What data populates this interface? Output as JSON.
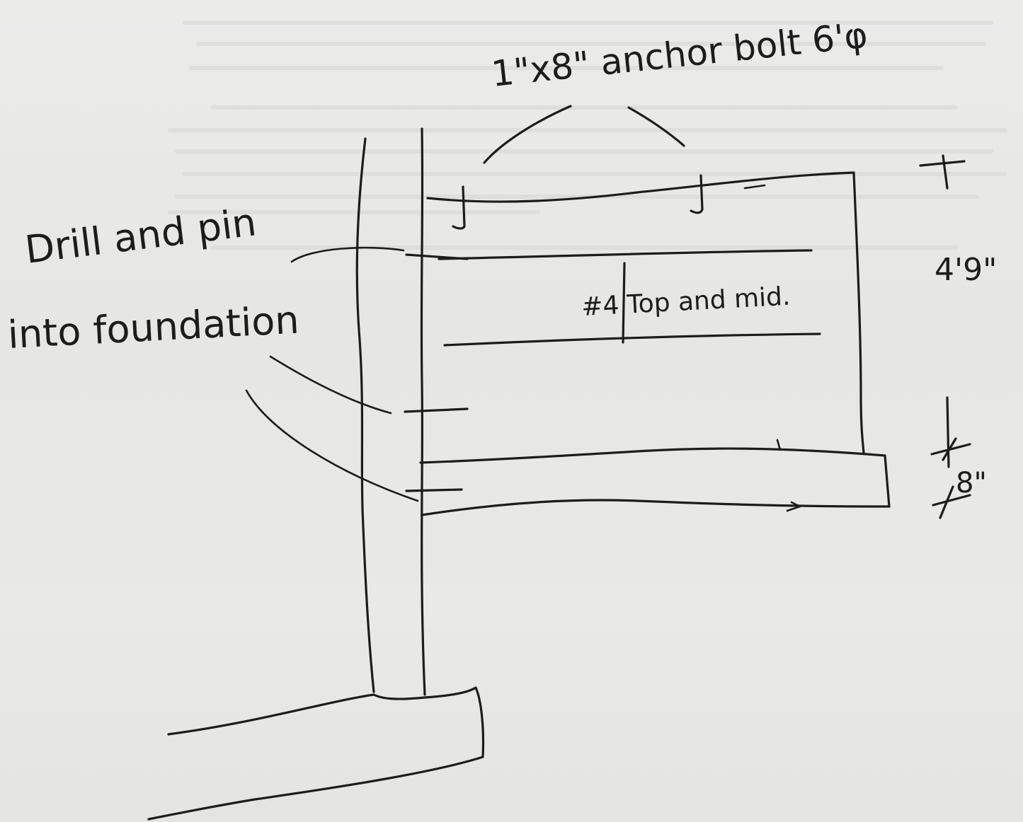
{
  "labels": {
    "anchor_bolt": "1\"x8\" anchor bolt 6'φ",
    "drill_line1": "Drill and pin",
    "drill_line2": "into foundation",
    "rebar": "#4 Top and mid.",
    "height_wall": "4'9\"",
    "height_footing": "8\""
  },
  "colors": {
    "ink": "#1c1c1c",
    "paper": "#e9e9e7",
    "bleed_text": "#d0d0ce"
  }
}
